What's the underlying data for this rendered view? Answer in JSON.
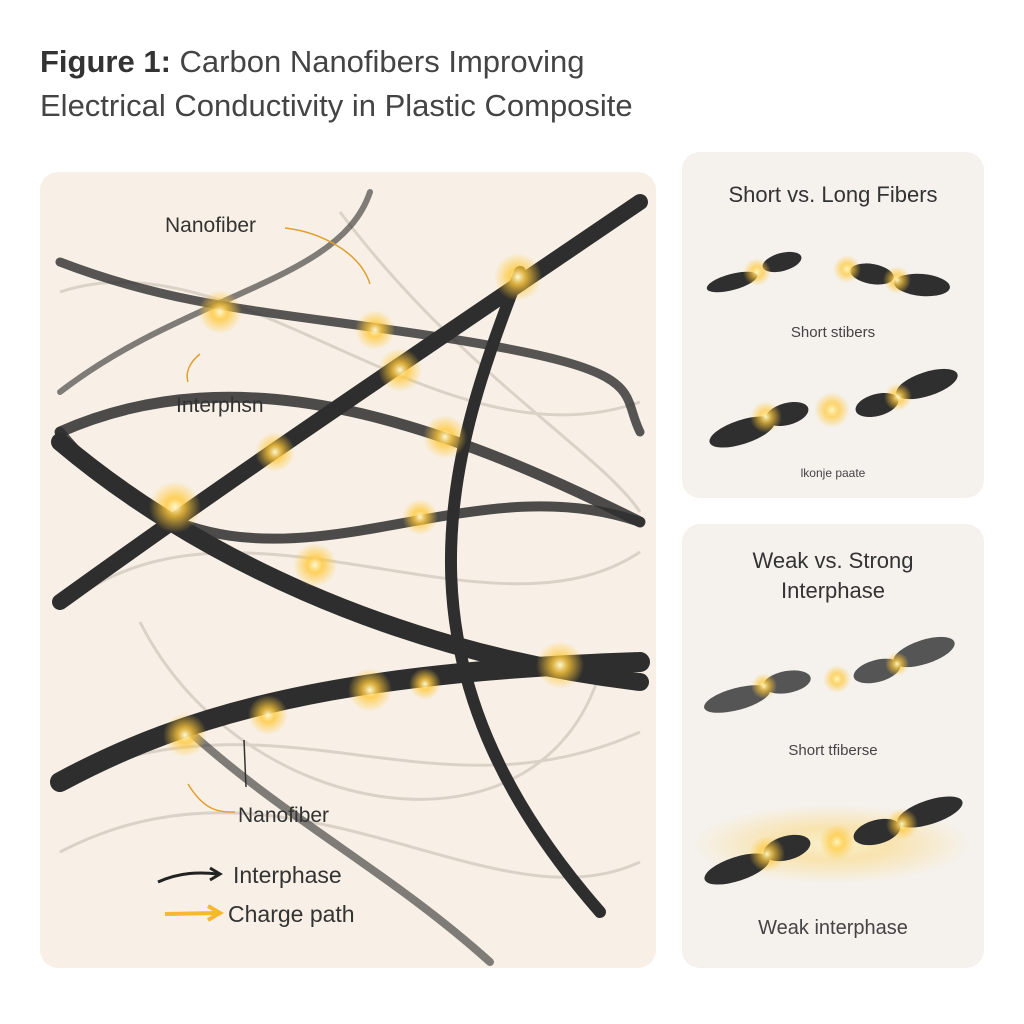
{
  "figure": {
    "label": "Figure 1:",
    "title_line1": "Carbon Nanofibers Improving",
    "title_line2": "Electrical Conductivity in Plastic Composite"
  },
  "main_panel": {
    "labels": {
      "nanofiber_top": "Nanofiber",
      "interphase_mid": "Interphsn",
      "nanofiber_bottom": "Nanofiber"
    },
    "legend": [
      {
        "label": "Interphase",
        "color": "#222222",
        "icon": "arrow-right-icon"
      },
      {
        "label": "Charge path",
        "color": "#f5b82e",
        "icon": "arrow-right-icon"
      }
    ]
  },
  "panel_short_long": {
    "title": "Short vs. Long Fibers",
    "caption_top": "Short stibers",
    "caption_bottom": "lkonje paate"
  },
  "panel_interphase": {
    "title_line1": "Weak vs. Strong",
    "title_line2": "Interphase",
    "caption_top": "Short tfiberse",
    "caption_bottom": "Weak interphase"
  },
  "colors": {
    "fiber": "#2e2e2e",
    "glow": "#ffc83a",
    "panel_bg": "#f8f0e6"
  }
}
